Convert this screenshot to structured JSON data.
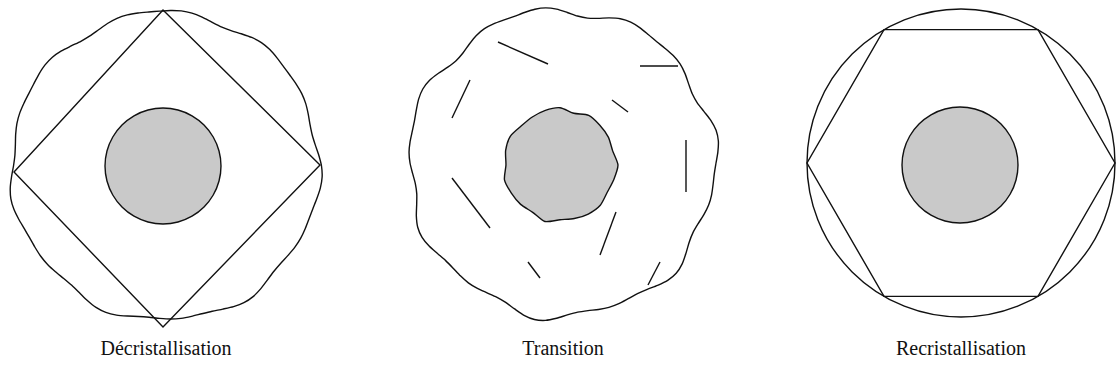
{
  "diagram": {
    "labels": [
      "Décristallisation",
      "Transition",
      "Recristallisation"
    ]
  }
}
